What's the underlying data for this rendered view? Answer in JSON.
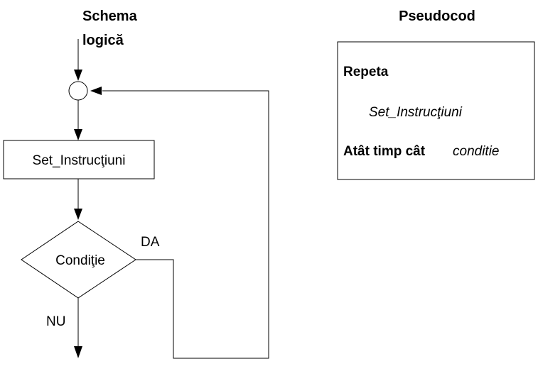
{
  "flowchart": {
    "title_line1": "Schema",
    "title_line2": "logică",
    "process_label": "Set_Instrucţiuni",
    "decision_label": "Condiţie",
    "yes_label": "DA",
    "no_label": "NU"
  },
  "pseudocode": {
    "title": "Pseudocod",
    "line_repeat": "Repeta",
    "line_body": "Set_Instrucţiuni",
    "line_while": "Atât timp cât",
    "line_condition": "conditie"
  },
  "colors": {
    "stroke": "#000000",
    "background": "#ffffff"
  }
}
